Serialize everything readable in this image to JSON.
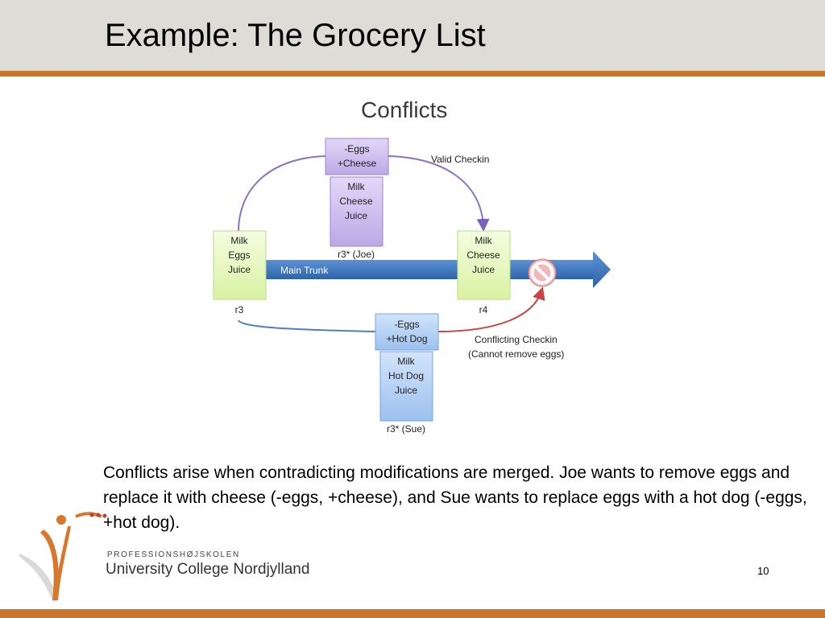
{
  "slide": {
    "title": "Example: The Grocery List",
    "body": "Conflicts arise when contradicting modifications are merged. Joe wants to remove eggs and replace it with cheese (-eggs, +cheese), and Sue wants to replace eggs with a hot dog (-eggs, +hot dog).",
    "page_number": "10"
  },
  "diagram": {
    "title": "Conflicts",
    "r3_box": [
      "Milk",
      "Eggs",
      "Juice"
    ],
    "r3_label": "r3",
    "r4_box": [
      "Milk",
      "Cheese",
      "Juice"
    ],
    "r4_label": "r4",
    "trunk_label": "Main Trunk",
    "joe_change": [
      "-Eggs",
      "+Cheese"
    ],
    "joe_list": [
      "Milk",
      "Cheese",
      "Juice"
    ],
    "joe_label": "r3* (Joe)",
    "sue_change": [
      "-Eggs",
      "+Hot Dog"
    ],
    "sue_list": [
      "Milk",
      "Hot Dog",
      "Juice"
    ],
    "sue_label": "r3* (Sue)",
    "valid_label": "Valid Checkin",
    "conflict_label": [
      "Conflicting Checkin",
      "(Cannot remove eggs)"
    ]
  },
  "colors": {
    "accent_orange": "#c8762d",
    "trunk_blue": "#3f78c0",
    "joe_purple": "#c9b8ec",
    "sue_blue": "#aecdf2",
    "revision_green": "#e3f7b8",
    "conflict_red": "#d05050"
  },
  "logo": {
    "top_line": "PROFESSIONSHØJSKOLEN",
    "name": "University College Nordjylland"
  }
}
